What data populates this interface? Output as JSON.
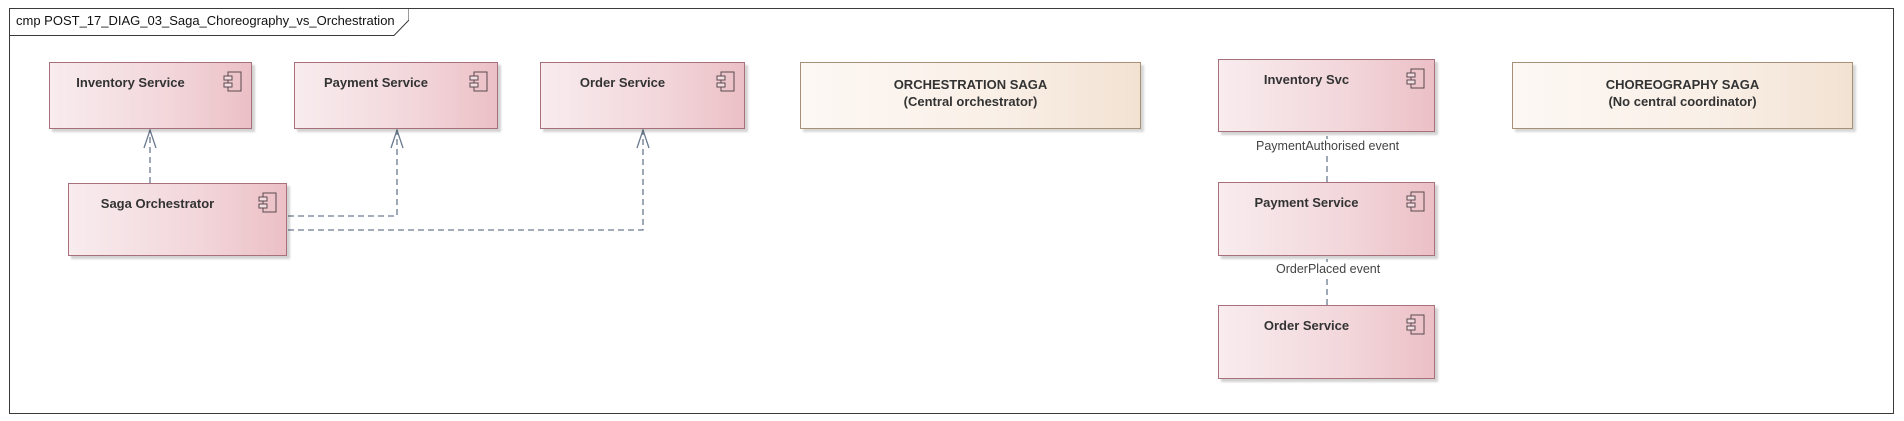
{
  "diagram": {
    "frame_title": "cmp POST_17_DIAG_03_Saga_Choreography_vs_Orchestration",
    "orchestration": {
      "inventory_service": "Inventory Service",
      "payment_service": "Payment Service",
      "order_service": "Order Service",
      "saga_orchestrator": "Saga Orchestrator",
      "note_title": "ORCHESTRATION SAGA",
      "note_subtitle": "(Central orchestrator)"
    },
    "choreography": {
      "inventory_svc": "Inventory Svc",
      "payment_service": "Payment Service",
      "order_service": "Order Service",
      "note_title": "CHOREOGRAPHY SAGA",
      "note_subtitle": "(No central coordinator)",
      "edge_payment_authorised": "PaymentAuthorised event",
      "edge_order_placed": "OrderPlaced event"
    }
  },
  "colors": {
    "component_fill": "#f2d6da",
    "component_border": "#a8707a",
    "note_fill": "#f9efe6",
    "edge_color": "#6b7a90"
  },
  "icons": {
    "component": "uml-component-icon"
  }
}
